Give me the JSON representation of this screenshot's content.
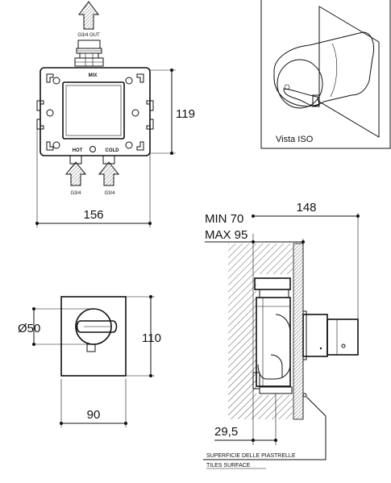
{
  "labels": {
    "outlet": "G3/4 OUT",
    "mix": "MIX",
    "hot": "HOT",
    "cold": "COLD",
    "inlet_hot": "G3/4",
    "inlet_cold": "G3/4",
    "iso_view": "Vista ISO",
    "min_depth": "MIN 70",
    "max_depth": "MAX 95",
    "tiles_it": "SUPERFICIE DELLE PIASTRELLE",
    "tiles_en": "TILES SURFACE"
  },
  "dimensions": {
    "box_height": "119",
    "box_width": "156",
    "plate_height": "110",
    "plate_width": "90",
    "knob_diameter": "Ø50",
    "total_depth": "148",
    "offset": "29,5"
  },
  "icons": {
    "flow_arrow": "hatched-arrow-icon",
    "mounting_slot": "l-bracket-slot-icon"
  }
}
